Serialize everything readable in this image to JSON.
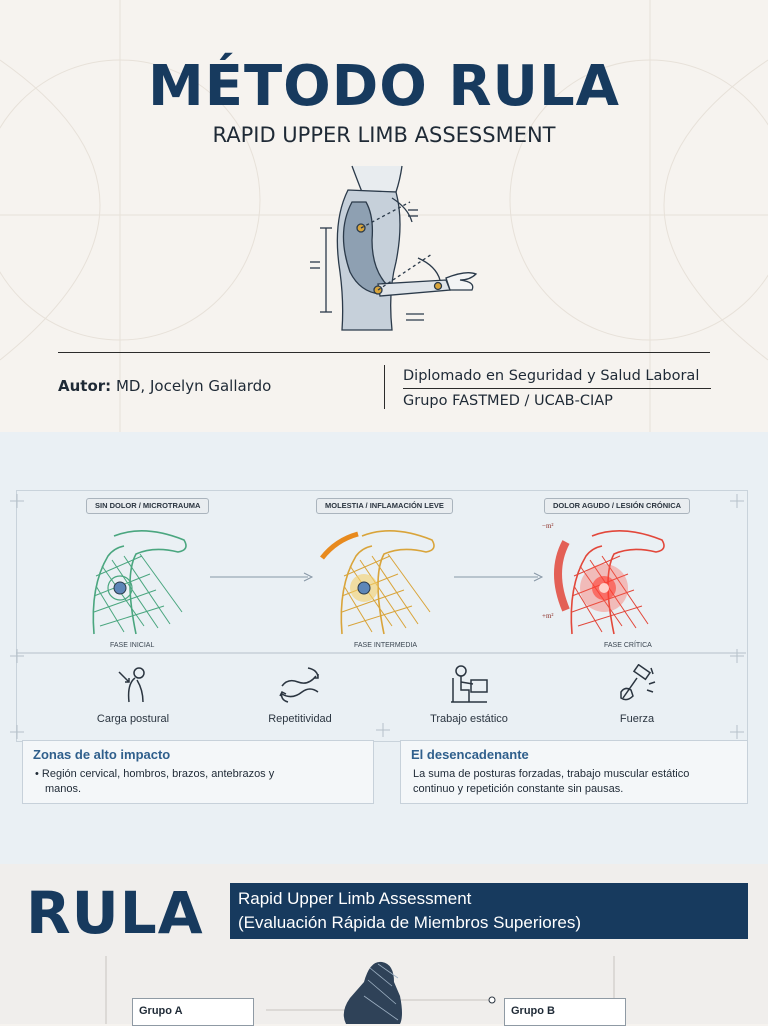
{
  "slide1": {
    "title": "MÉTODO RULA",
    "subtitle": "RAPID UPPER LIMB ASSESSMENT",
    "author_label": "Autor:",
    "author_name": " MD, Jocelyn Gallardo",
    "diplomado": "Diplomado en Seguridad y Salud Laboral",
    "grupo": "Grupo FASTMED / UCAB-CIAP",
    "figure_icon": "arm-posture-diagram-icon"
  },
  "slide2": {
    "stages": [
      {
        "label": "SIN DOLOR / MICROTRAUMA",
        "caption": "FASE INICIAL",
        "color": "#4aa67f"
      },
      {
        "label": "MOLESTIA / INFLAMACIÓN LEVE",
        "caption": "FASE INTERMEDIA",
        "color": "#d9a43a"
      },
      {
        "label": "DOLOR AGUDO / LESIÓN CRÓNICA",
        "caption": "FASE CRÍTICA",
        "color": "#e2473a"
      }
    ],
    "factors": [
      {
        "label": "Carga postural",
        "icon": "neck-strain-icon"
      },
      {
        "label": "Repetitividad",
        "icon": "repetitive-arm-icon"
      },
      {
        "label": "Trabajo estático",
        "icon": "seated-worker-icon"
      },
      {
        "label": "Fuerza",
        "icon": "hammer-force-icon"
      }
    ],
    "box_left": {
      "title": "Zonas de alto impacto",
      "line1": "• Región cervical, hombros, brazos, antebrazos y",
      "line2": "manos."
    },
    "box_right": {
      "title": "El desencadenante",
      "line1": "La suma de posturas forzadas, trabajo muscular estático",
      "line2": "continuo y repetición constante sin pausas."
    }
  },
  "slide3": {
    "title": "RULA",
    "band_line1": "Rapid Upper Limb Assessment",
    "band_line2": "(Evaluación Rápida de Miembros Superiores)",
    "group_a": "Grupo A",
    "group_b": "Grupo B"
  },
  "colors": {
    "navy": "#173a5e",
    "accent_blue": "#2f5f8c"
  }
}
